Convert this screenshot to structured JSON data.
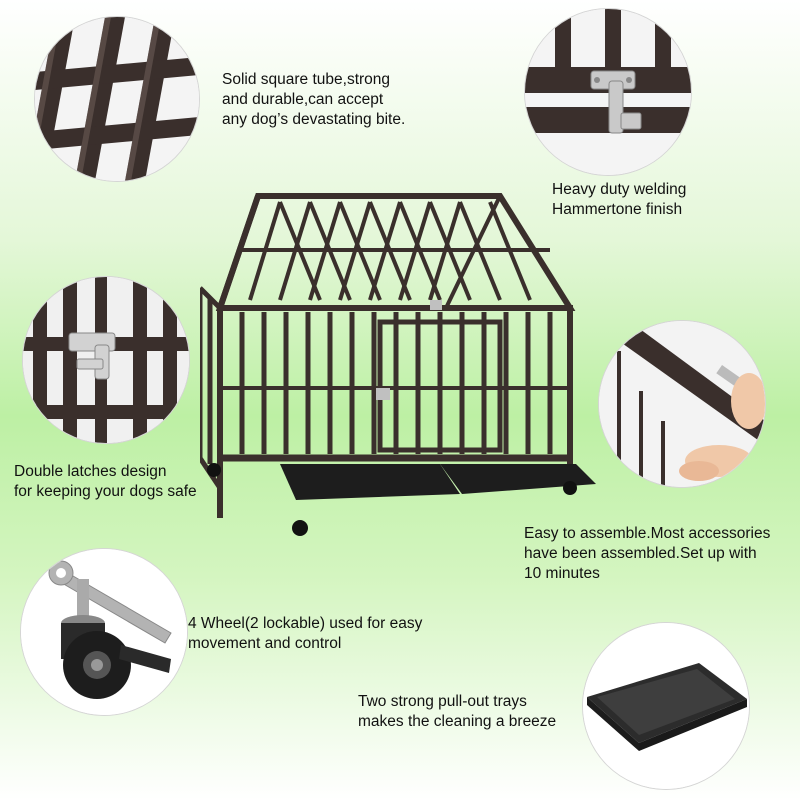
{
  "features": {
    "tube": {
      "icon": "square-tube-closeup",
      "lines": [
        "Solid square tube,strong",
        "and durable,can accept",
        "any dog’s devastating bite."
      ]
    },
    "welding": {
      "icon": "latch-welding-closeup",
      "lines": [
        "Heavy duty welding",
        "Hammertone finish"
      ]
    },
    "latches": {
      "icon": "double-latch-closeup",
      "lines": [
        "Double latches design",
        "for keeping your dogs safe"
      ]
    },
    "assemble": {
      "icon": "hand-assembly-closeup",
      "lines": [
        "Easy to assemble.Most accessories",
        "have been assembled.Set up with",
        "10 minutes"
      ]
    },
    "wheels": {
      "icon": "caster-wheel-wrench",
      "lines": [
        "4 Wheel(2 lockable) used for easy",
        "movement and control"
      ]
    },
    "trays": {
      "icon": "pull-out-tray",
      "lines": [
        "Two strong pull-out trays",
        "makes the cleaning a breeze"
      ]
    }
  },
  "colors": {
    "metal": "#3a2f2c",
    "metal_highlight": "#6b5c56",
    "silver": "#b8b8b8",
    "bg_green": "#bdf0a4"
  }
}
